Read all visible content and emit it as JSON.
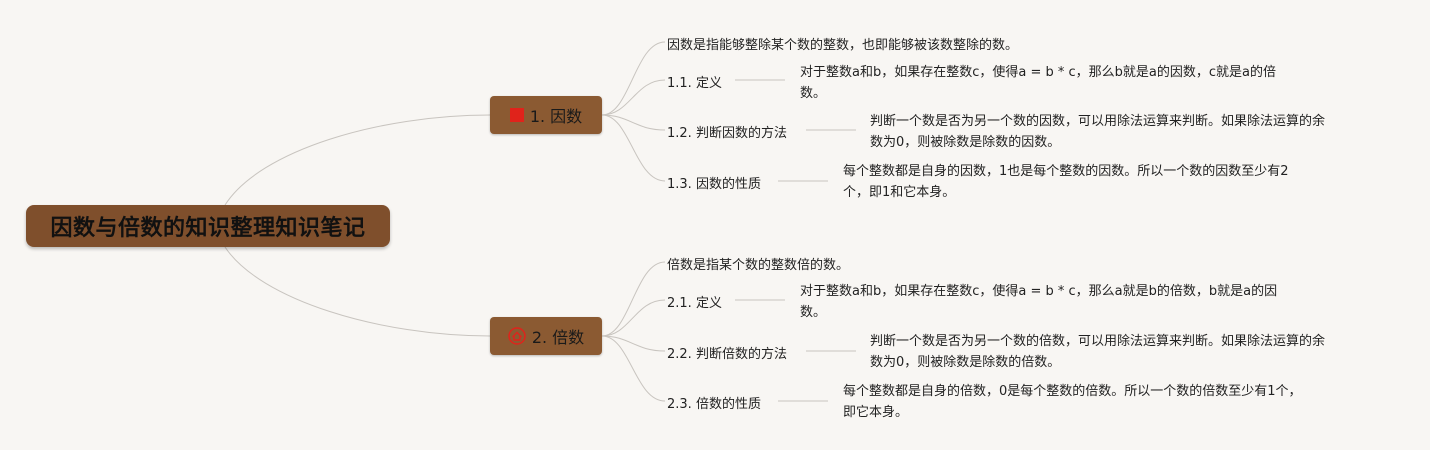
{
  "root": {
    "title": "因数与倍数的知识整理知识笔记"
  },
  "branches": [
    {
      "label": "1. 因数",
      "icon": "red-flag-icon",
      "summary": "因数是指能够整除某个数的整数，也即能够被该数整除的数。",
      "items": [
        {
          "label": "1.1. 定义",
          "desc_lines": [
            "对于整数a和b，如果存在整数c，使得a = b * c，那么b就是a的因数，c就是a的倍",
            "数。"
          ]
        },
        {
          "label": "1.2. 判断因数的方法",
          "desc_lines": [
            "判断一个数是否为另一个数的因数，可以用除法运算来判断。如果除法运算的余",
            "数为0，则被除数是除数的因数。"
          ]
        },
        {
          "label": "1.3. 因数的性质",
          "desc_lines": [
            "每个整数都是自身的因数，1也是每个整数的因数。所以一个数的因数至少有2",
            "个，即1和它本身。"
          ]
        }
      ]
    },
    {
      "label": "2. 倍数",
      "icon": "house-icon",
      "summary": "倍数是指某个数的整数倍的数。",
      "items": [
        {
          "label": "2.1. 定义",
          "desc_lines": [
            "对于整数a和b，如果存在整数c，使得a = b * c，那么a就是b的倍数，b就是a的因",
            "数。"
          ]
        },
        {
          "label": "2.2. 判断倍数的方法",
          "desc_lines": [
            "判断一个数是否为另一个数的倍数，可以用除法运算来判断。如果除法运算的余",
            "数为0，则被除数是除数的倍数。"
          ]
        },
        {
          "label": "2.3. 倍数的性质",
          "desc_lines": [
            "每个整数都是自身的倍数，0是每个整数的倍数。所以一个数的倍数至少有1个，",
            "即它本身。"
          ]
        }
      ]
    }
  ],
  "colors": {
    "node_fill": "#8b5a32",
    "root_fill": "#7f4f2c",
    "line": "#c8c4bf",
    "background": "#f8f6f3",
    "flag": "#e0231b"
  }
}
